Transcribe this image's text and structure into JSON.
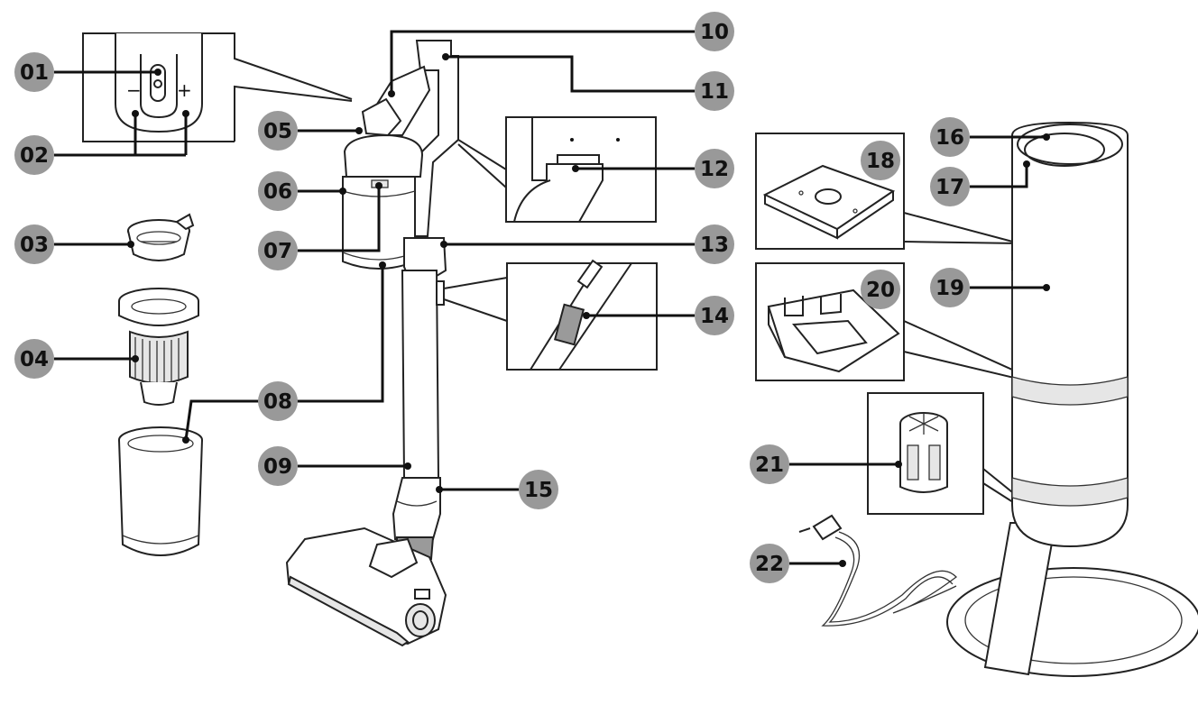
{
  "callouts": [
    {
      "id": "c01",
      "label": "01"
    },
    {
      "id": "c02",
      "label": "02"
    },
    {
      "id": "c03",
      "label": "03"
    },
    {
      "id": "c04",
      "label": "04"
    },
    {
      "id": "c05",
      "label": "05"
    },
    {
      "id": "c06",
      "label": "06"
    },
    {
      "id": "c07",
      "label": "07"
    },
    {
      "id": "c08",
      "label": "08"
    },
    {
      "id": "c09",
      "label": "09"
    },
    {
      "id": "c10",
      "label": "10"
    },
    {
      "id": "c11",
      "label": "11"
    },
    {
      "id": "c12",
      "label": "12"
    },
    {
      "id": "c13",
      "label": "13"
    },
    {
      "id": "c14",
      "label": "14"
    },
    {
      "id": "c15",
      "label": "15"
    },
    {
      "id": "c16",
      "label": "16"
    },
    {
      "id": "c17",
      "label": "17"
    },
    {
      "id": "c18",
      "label": "18"
    },
    {
      "id": "c19",
      "label": "19"
    },
    {
      "id": "c20",
      "label": "20"
    },
    {
      "id": "c21",
      "label": "21"
    },
    {
      "id": "c22",
      "label": "22"
    }
  ],
  "inset_symbols": {
    "minus": "−",
    "plus": "+"
  }
}
